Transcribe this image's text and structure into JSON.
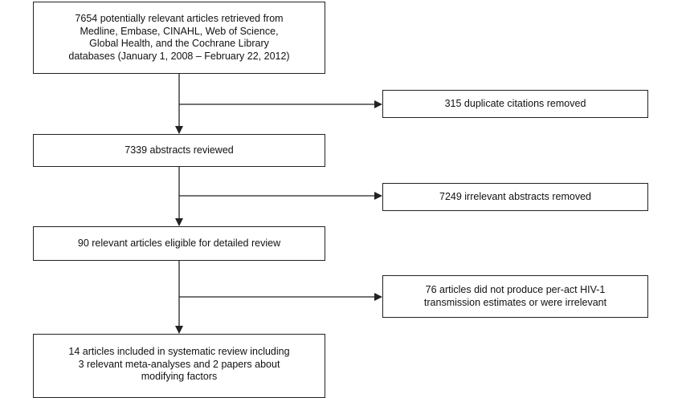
{
  "main_flow": [
    {
      "lines": [
        "7654 potentially relevant articles retrieved from",
        "Medline, Embase, CINAHL, Web of Science,",
        "Global Health, and the Cochrane Library",
        "databases (January 1, 2008 – February 22, 2012)"
      ]
    },
    {
      "lines": [
        "7339 abstracts reviewed"
      ]
    },
    {
      "lines": [
        "90 relevant articles eligible for detailed review"
      ]
    },
    {
      "lines": [
        "14 articles included in systematic review including",
        "3 relevant meta-analyses and 2 papers about",
        "modifying factors"
      ]
    }
  ],
  "exclusions": [
    {
      "lines": [
        "315 duplicate citations removed"
      ]
    },
    {
      "lines": [
        "7249 irrelevant abstracts removed"
      ]
    },
    {
      "lines": [
        "76 articles did not produce per-act HIV-1",
        "transmission estimates or were irrelevant"
      ]
    }
  ],
  "colors": {
    "line": "#222222",
    "annotation": "#d40000"
  }
}
